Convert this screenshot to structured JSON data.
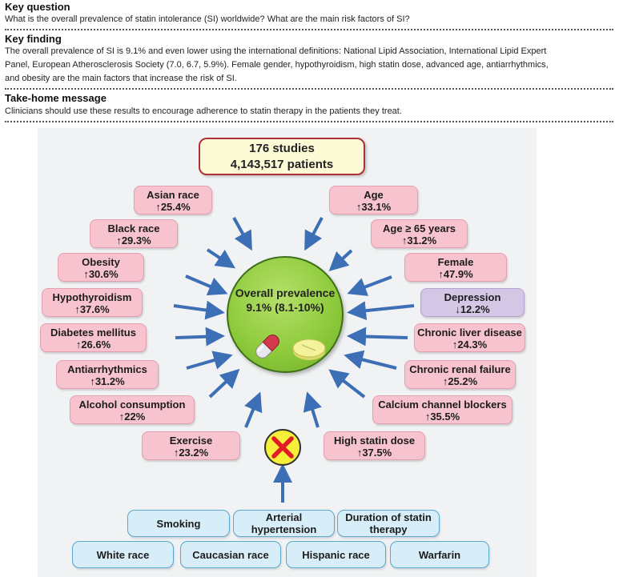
{
  "header": {
    "key_question_title": "Key question",
    "key_question_text": "What is the overall prevalence of statin intolerance (SI) worldwide? What are the main risk factors of SI?",
    "key_finding_title": "Key finding",
    "key_finding_line1": "The overall prevalence of SI is 9.1% and even lower using the international definitions: National Lipid Association, International Lipid Expert",
    "key_finding_line2": "Panel, European Atherosclerosis Society (7.0, 6.7, 5.9%). Female gender, hypothyroidism, high statin dose, advanced age, antiarrhythmics,",
    "key_finding_line3": "and obesity are the main factors that increase the risk of SI.",
    "take_home_title": "Take-home message",
    "take_home_text": "Clinicians should use these results to encourage adherence to statin therapy in the patients they treat."
  },
  "diagram": {
    "studies": {
      "line1": "176 studies",
      "line2": "4,143,517 patients"
    },
    "center": {
      "line1": "Overall prevalence",
      "line2": "9.1% (8.1-10%)"
    },
    "colors": {
      "risk_box": "#f6c3ce",
      "protective_box": "#d4c7e6",
      "no_effect_box": "#d7eef8",
      "center": "#8fcb3d",
      "arrow": "#3c6fb5"
    },
    "icons": {
      "pill": "capsule-icon",
      "tablet": "tablet-icon",
      "no_effect": "red-x-icon"
    },
    "left_factors": [
      {
        "name": "Asian race",
        "value": "↑25.4%"
      },
      {
        "name": "Black race",
        "value": "↑29.3%"
      },
      {
        "name": "Obesity",
        "value": "↑30.6%"
      },
      {
        "name": "Hypothyroidism",
        "value": "↑37.6%"
      },
      {
        "name": "Diabetes mellitus",
        "value": "↑26.6%"
      },
      {
        "name": "Antiarrhythmics",
        "value": "↑31.2%"
      },
      {
        "name": "Alcohol consumption",
        "value": "↑22%"
      },
      {
        "name": "Exercise",
        "value": "↑23.2%"
      }
    ],
    "right_factors": [
      {
        "name": "Age",
        "value": "↑33.1%"
      },
      {
        "name": "Age ≥ 65 years",
        "value": "↑31.2%"
      },
      {
        "name": "Female",
        "value": "↑47.9%"
      },
      {
        "name": "Depression",
        "value": "↓12.2%"
      },
      {
        "name": "Chronic liver disease",
        "value": "↑24.3%"
      },
      {
        "name": "Chronic renal failure",
        "value": "↑25.2%"
      },
      {
        "name": "Calcium channel blockers",
        "value": "↑35.5%"
      },
      {
        "name": "High statin dose",
        "value": "↑37.5%"
      }
    ],
    "no_effect_row1": [
      {
        "line1": "Smoking",
        "line2": ""
      },
      {
        "line1": "Arterial",
        "line2": "hypertension"
      },
      {
        "line1": "Duration of statin",
        "line2": "therapy"
      }
    ],
    "no_effect_row2": [
      {
        "line1": "White race"
      },
      {
        "line1": "Caucasian race"
      },
      {
        "line1": "Hispanic race"
      },
      {
        "line1": "Warfarin"
      }
    ]
  }
}
